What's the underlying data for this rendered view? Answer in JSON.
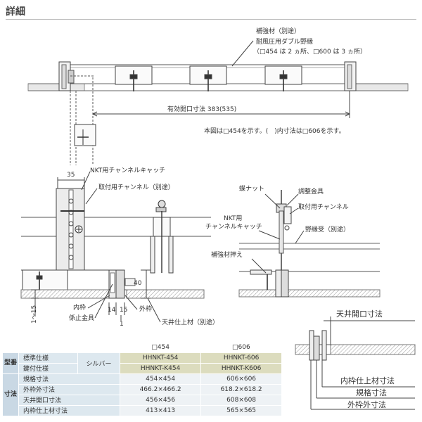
{
  "title": "詳細",
  "top_diagram": {
    "callout_reinforcement": "補強材（別途）",
    "callout_double_edge": "耐風圧用ダブル野縁",
    "callout_double_edge_note": "（□454 は 2 ヵ所、□600 は 3 ヵ所）",
    "dimension_opening": "有効開口寸法 383(535)",
    "note": "本図は□454を示す。(　)内寸法は□606を示す。"
  },
  "left_diagram": {
    "dim_35": "35",
    "label_nkt_catch": "NKT用チャンネルキャッチ",
    "label_mount_channel": "取付用チャンネル（別途）",
    "dim_40": "40",
    "dim_1_15": "1～15",
    "dim_14": "14",
    "dim_15": "15",
    "dim_1": "1",
    "label_inner_frame": "内枠",
    "label_stop_fitting": "係止金具",
    "label_outer_frame": "外枠",
    "label_ceiling_finish": "天井仕上材（別途）"
  },
  "right_diagram": {
    "label_wing_nut": "蝶ナット",
    "label_adjust_fitting": "調整金具",
    "label_mount_channel": "取付用チャンネル",
    "label_nkt_1": "NKT用",
    "label_nkt_2": "チャンネルキャッチ",
    "label_edge_receiver": "野縁受（別途）",
    "label_reinforce_hold": "補強材押え"
  },
  "bottom_right_diagram": {
    "label_ceiling_opening": "天井開口寸法",
    "label_inner_finish": "内枠仕上材寸法",
    "label_spec_size": "規格寸法",
    "label_outer_size": "外枠外寸法"
  },
  "table": {
    "col_454": "□454",
    "col_606": "□606",
    "group_model": "型番",
    "group_dims": "寸法",
    "row_standard": "標準仕様",
    "row_keyed": "鍵付仕様",
    "finish": "シルバー",
    "standard_454": "HHNKT-454",
    "standard_606": "HHNKT-606",
    "keyed_454": "HHNKT-K454",
    "keyed_606": "HHNKT-K606",
    "rows": [
      {
        "label": "規格寸法",
        "v454": "454×454",
        "v606": "606×606"
      },
      {
        "label": "外枠外寸法",
        "v454": "466.2×466.2",
        "v606": "618.2×618.2"
      },
      {
        "label": "天井開口寸法",
        "v454": "456×456",
        "v606": "608×608"
      },
      {
        "label": "内枠仕上材寸法",
        "v454": "413×413",
        "v606": "565×565"
      }
    ]
  }
}
